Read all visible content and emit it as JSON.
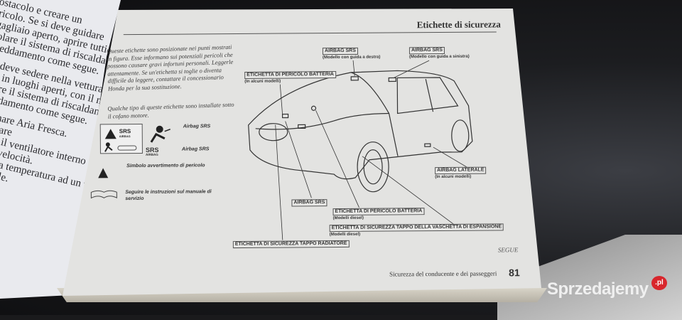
{
  "left_page": {
    "lines": [
      "...ostacolo e creare un",
      "pericolo. Se si deve guidare",
      "bagagliaio aperto, aprire tutti",
      "regolare il sistema di riscaldamento",
      "raffreddamento come segue.",
      "Se si deve sedere nella vettura",
      "anche in luoghi aperti, con il motore",
      "regolare il sistema di riscaldamento",
      "raffreddamento come segue.",
      "Selezionare Aria Fresca.",
      "Selezionare",
      "Regolare il ventilatore interno alla",
      "massima velocità.",
      "Regolare la temperatura ad un valore",
      "confortevole."
    ]
  },
  "right_page": {
    "header_title": "Etichette di sicurezza",
    "intro_text": "Queste etichette sono posizionate nei punti mostrati in figura. Esse informano sui potenziali pericoli che possono causare gravi infortuni personali. Leggerle attentamente. Se un'etichetta si toglie o diventa difficile da leggere, contattare il concessionario Honda per la sua sostituzione.",
    "intro_text_2": "Qualche tipo di queste etichette sono installate sotto il cofano motore.",
    "symbols": [
      {
        "icon": "airbag-person-icon",
        "label": "Airbag SRS"
      },
      {
        "icon": "srs-airbag-text-icon",
        "label": "Airbag SRS",
        "icon_text": "SRS AIRBAG"
      },
      {
        "icon": "warning-triangle-icon",
        "label": "Simbolo avvertimento di pericolo"
      },
      {
        "icon": "open-manual-icon",
        "label": "Seguire le instruzioni sul manuale di servizio"
      }
    ],
    "srs_box_text": "SRS AIRBAG",
    "callouts": {
      "airbag_right": {
        "title": "AIRBAG SRS",
        "sub": "(Modello con guida a destra)"
      },
      "airbag_left": {
        "title": "AIRBAG SRS",
        "sub": "(Modello con guida a sinistra)"
      },
      "battery_top": {
        "title": "ETICHETTA DI PERICOLO BATTERIA",
        "sub": "(In alcuni modelli)"
      },
      "side_airbag": {
        "title": "AIRBAG LATERALE",
        "sub": "(In alcuni modelli)"
      },
      "airbag_srs": {
        "title": "AIRBAG SRS"
      },
      "battery_diesel": {
        "title": "ETICHETTA DI PERICOLO BATTERIA",
        "sub": "(Modelli diesel)"
      },
      "expansion_tank": {
        "title": "ETICHETTA DI SICUREZZA TAPPO DELLA VASCHETTA DI ESPANSIONE",
        "sub": "(Modelli diesel)"
      },
      "radiator_cap": {
        "title": "ETICHETTA DI SICUREZZA TAPPO RADIATORE"
      }
    },
    "segue": "SEGUE",
    "footer": "Sicurezza del conducente e dei passeggeri",
    "page_number": "81"
  },
  "watermark": {
    "brand": "Sprzedajemy",
    "suffix": ".pl",
    "color": "#d8262c"
  }
}
